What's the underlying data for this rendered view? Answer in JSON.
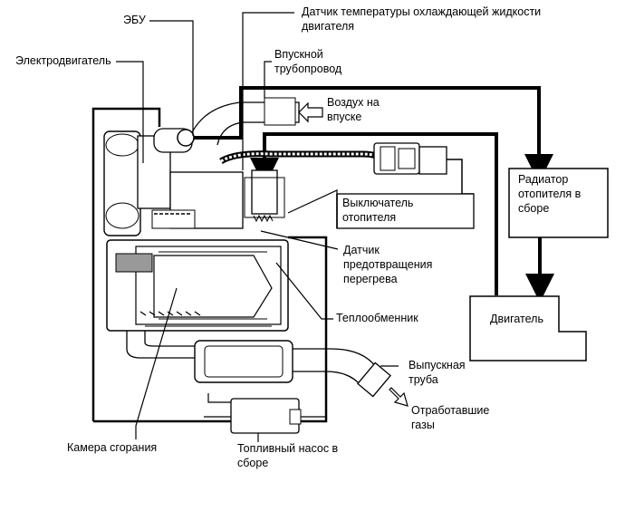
{
  "labels": {
    "ecu": "ЭБУ",
    "coolant_sensor_line1": "Датчик температуры охлаждающей жидкости",
    "coolant_sensor_line2": "двигателя",
    "motor": "Электродвигатель",
    "intake_line1": "Впускной",
    "intake_line2": "трубопровод",
    "air_line1": "Воздух на",
    "air_line2": "впуске",
    "radiator_line1": "Радиатор",
    "radiator_line2": "отопителя в",
    "radiator_line3": "сборе",
    "heater_switch_line1": "Выключатель",
    "heater_switch_line2": "отопителя",
    "overheat_line1": "Датчик",
    "overheat_line2": "предотвращения",
    "overheat_line3": "перегрева",
    "heat_exchanger": "Теплообменник",
    "engine": "Двигатель",
    "exhaust_pipe_line1": "Выпускная",
    "exhaust_pipe_line2": "труба",
    "exhaust_gas_line1": "Отработавшие",
    "exhaust_gas_line2": "газы",
    "combustion": "Камера сгорания",
    "fuel_pump_line1": "Топливный насос в",
    "fuel_pump_line2": "сборе"
  }
}
